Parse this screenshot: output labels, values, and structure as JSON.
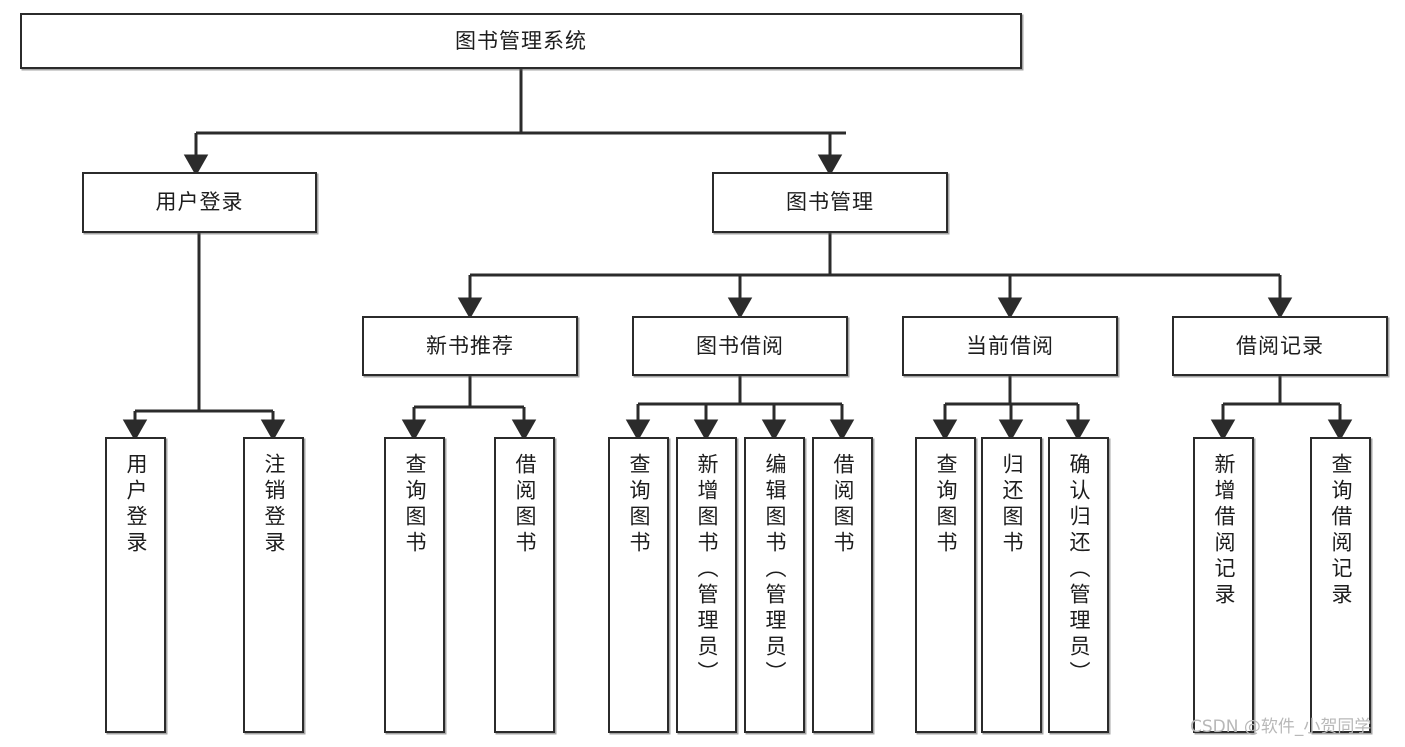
{
  "diagram": {
    "title": "图书管理系统",
    "type": "tree",
    "watermark": "CSDN @软件_小贺同学",
    "nodes": {
      "root": {
        "label": "图书管理系统"
      },
      "level2": [
        {
          "id": "user-login",
          "label": "用户登录"
        },
        {
          "id": "book-manage",
          "label": "图书管理"
        }
      ],
      "level3": [
        {
          "id": "new-book-rec",
          "label": "新书推荐",
          "parent": "book-manage"
        },
        {
          "id": "book-borrow",
          "label": "图书借阅",
          "parent": "book-manage"
        },
        {
          "id": "current-borrow",
          "label": "当前借阅",
          "parent": "book-manage"
        },
        {
          "id": "borrow-record",
          "label": "借阅记录",
          "parent": "book-manage"
        }
      ],
      "leaves": [
        {
          "id": "leaf-user-login",
          "label": "用户登录",
          "parent": "user-login"
        },
        {
          "id": "leaf-logout-login",
          "label": "注销登录",
          "parent": "user-login"
        },
        {
          "id": "leaf-query-book-1",
          "label": "查询图书",
          "parent": "new-book-rec"
        },
        {
          "id": "leaf-borrow-book-1",
          "label": "借阅图书",
          "parent": "new-book-rec"
        },
        {
          "id": "leaf-query-book-2",
          "label": "查询图书",
          "parent": "book-borrow"
        },
        {
          "id": "leaf-add-book",
          "label": "新增图书（管理员）",
          "parent": "book-borrow"
        },
        {
          "id": "leaf-edit-book",
          "label": "编辑图书（管理员）",
          "parent": "book-borrow"
        },
        {
          "id": "leaf-borrow-book-2",
          "label": "借阅图书",
          "parent": "book-borrow"
        },
        {
          "id": "leaf-query-book-3",
          "label": "查询图书",
          "parent": "current-borrow"
        },
        {
          "id": "leaf-return-book",
          "label": "归还图书",
          "parent": "current-borrow"
        },
        {
          "id": "leaf-confirm-return",
          "label": "确认归还（管理员）",
          "parent": "current-borrow"
        },
        {
          "id": "leaf-add-record",
          "label": "新增借阅记录",
          "parent": "borrow-record"
        },
        {
          "id": "leaf-query-record",
          "label": "查询借阅记录",
          "parent": "borrow-record"
        }
      ]
    },
    "colors": {
      "stroke": "#2b2b2b",
      "fill": "#ffffff",
      "text": "#1d1d1d",
      "watermark": "#b8b8b8"
    }
  }
}
